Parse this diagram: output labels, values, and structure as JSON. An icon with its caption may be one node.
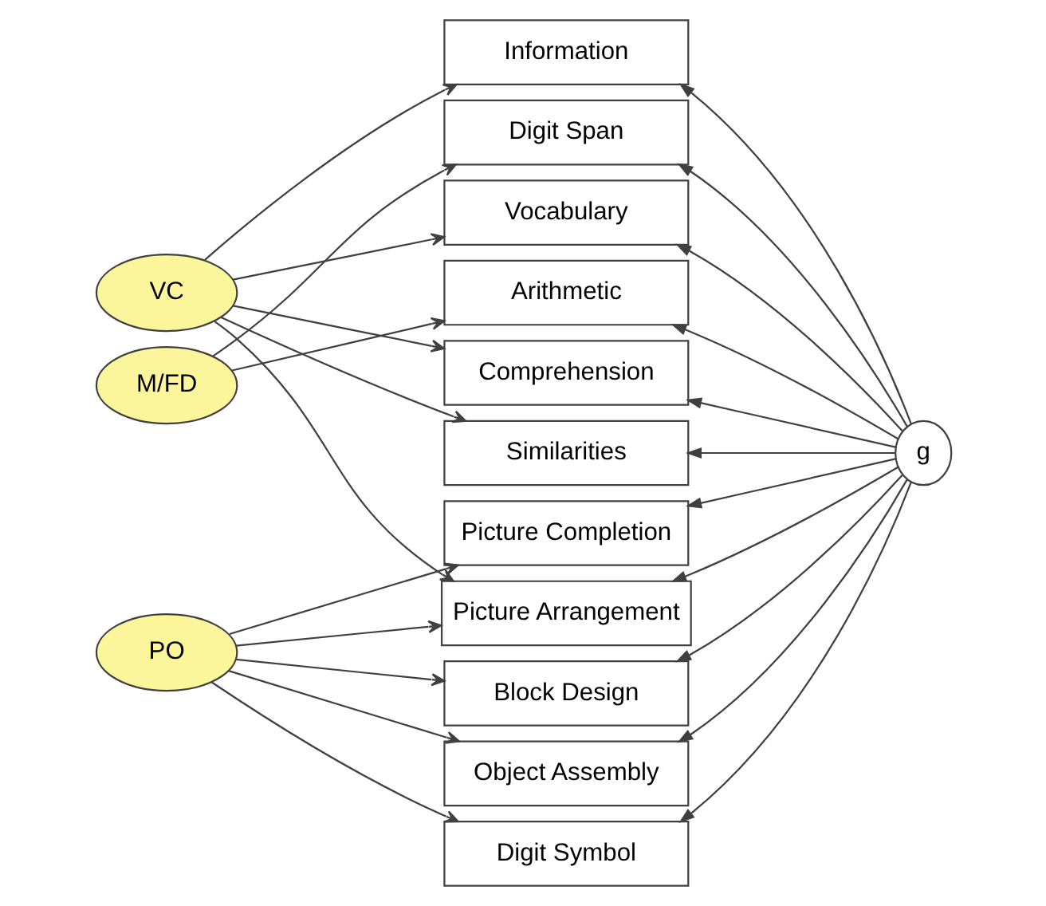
{
  "diagram": {
    "nodes": [
      {
        "text": [
          "VC"
        ]
      },
      {
        "text": [
          "M/FD"
        ]
      },
      {
        "text": [
          "PO"
        ]
      },
      {
        "text": [
          "Information"
        ]
      },
      {
        "text": [
          "Digit Span"
        ]
      },
      {
        "text": [
          "Vocabulary"
        ]
      },
      {
        "text": [
          "Arithmetic"
        ]
      },
      {
        "text": [
          "Comprehension"
        ]
      },
      {
        "text": [
          "Similarities"
        ]
      },
      {
        "text": [
          "Picture Completion"
        ]
      },
      {
        "text": [
          "Picture Arrangement"
        ]
      },
      {
        "text": [
          "Block Design"
        ]
      },
      {
        "text": [
          "Object Assembly"
        ]
      },
      {
        "text": [
          "Digit Symbol"
        ]
      },
      {
        "text": [
          "g"
        ]
      }
    ],
    "edges": [
      {
        "from": 0,
        "to": 3,
        "arrow": "to"
      },
      {
        "from": 0,
        "to": 5,
        "arrow": "to"
      },
      {
        "from": 0,
        "to": 7,
        "arrow": "to"
      },
      {
        "from": 0,
        "to": 8,
        "arrow": "to"
      },
      {
        "from": 0,
        "to": 10,
        "arrow": "to"
      },
      {
        "from": 1,
        "to": 4,
        "arrow": "to"
      },
      {
        "from": 1,
        "to": 6,
        "arrow": "to"
      },
      {
        "from": 2,
        "to": 9,
        "arrow": "to"
      },
      {
        "from": 2,
        "to": 10,
        "arrow": "to"
      },
      {
        "from": 2,
        "to": 11,
        "arrow": "to"
      },
      {
        "from": 2,
        "to": 12,
        "arrow": "to"
      },
      {
        "from": 2,
        "to": 13,
        "arrow": "to"
      },
      {
        "from": 14,
        "to": 3,
        "arrow": "to"
      },
      {
        "from": 14,
        "to": 4,
        "arrow": "to"
      },
      {
        "from": 14,
        "to": 5,
        "arrow": "to"
      },
      {
        "from": 14,
        "to": 6,
        "arrow": "to"
      },
      {
        "from": 14,
        "to": 7,
        "arrow": "to"
      },
      {
        "from": 14,
        "to": 8,
        "arrow": "to"
      },
      {
        "from": 14,
        "to": 9,
        "arrow": "to"
      },
      {
        "from": 14,
        "to": 10,
        "arrow": "to"
      },
      {
        "from": 14,
        "to": 11,
        "arrow": "to"
      },
      {
        "from": 14,
        "to": 12,
        "arrow": "to"
      },
      {
        "from": 14,
        "to": 13,
        "arrow": "to"
      }
    ]
  }
}
